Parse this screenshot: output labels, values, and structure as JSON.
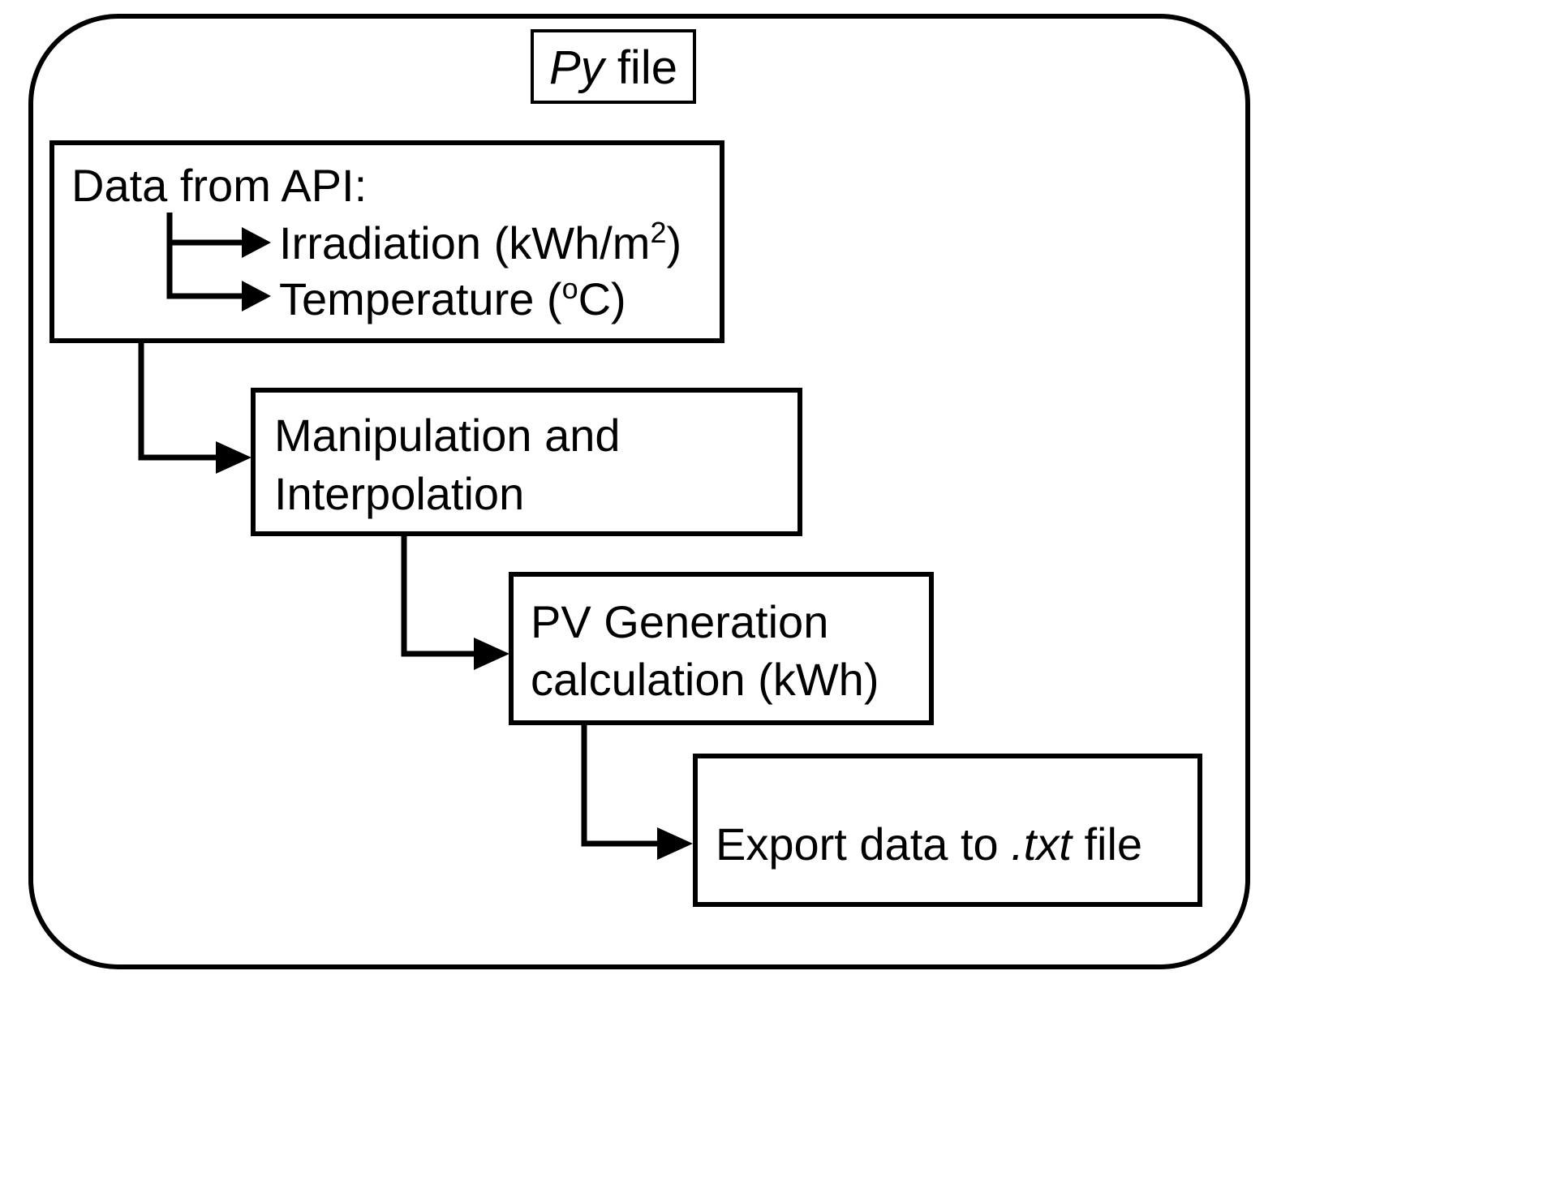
{
  "diagram": {
    "type": "flowchart",
    "container_label": "Py file",
    "container_label_italic_part": "Py",
    "container_label_regular_part": " file",
    "nodes": [
      {
        "id": "data-from-api",
        "title": "Data from API:",
        "branches": [
          {
            "id": "irradiation",
            "label_main": "Irradiation (kWh/m",
            "label_sup": "2",
            "label_tail": ")"
          },
          {
            "id": "temperature",
            "label_main": "Temperature (",
            "label_sup": "o",
            "label_tail": "C)"
          }
        ]
      },
      {
        "id": "manipulation",
        "line1": "Manipulation and",
        "line2": "Interpolation"
      },
      {
        "id": "pv-generation",
        "line1": "PV Generation",
        "line2": "calculation (kWh)"
      },
      {
        "id": "export",
        "line_pre": "Export data to ",
        "line_italic": ".txt",
        "line_post": " file"
      }
    ],
    "edges": [
      {
        "id": "edge-data-to-manipulation",
        "from": "data-from-api",
        "to": "manipulation"
      },
      {
        "id": "edge-manipulation-to-pv",
        "from": "manipulation",
        "to": "pv-generation"
      },
      {
        "id": "edge-pv-to-export",
        "from": "pv-generation",
        "to": "export"
      }
    ],
    "colors": {
      "stroke": "#000000",
      "fill": "#ffffff",
      "text": "#000000"
    }
  }
}
